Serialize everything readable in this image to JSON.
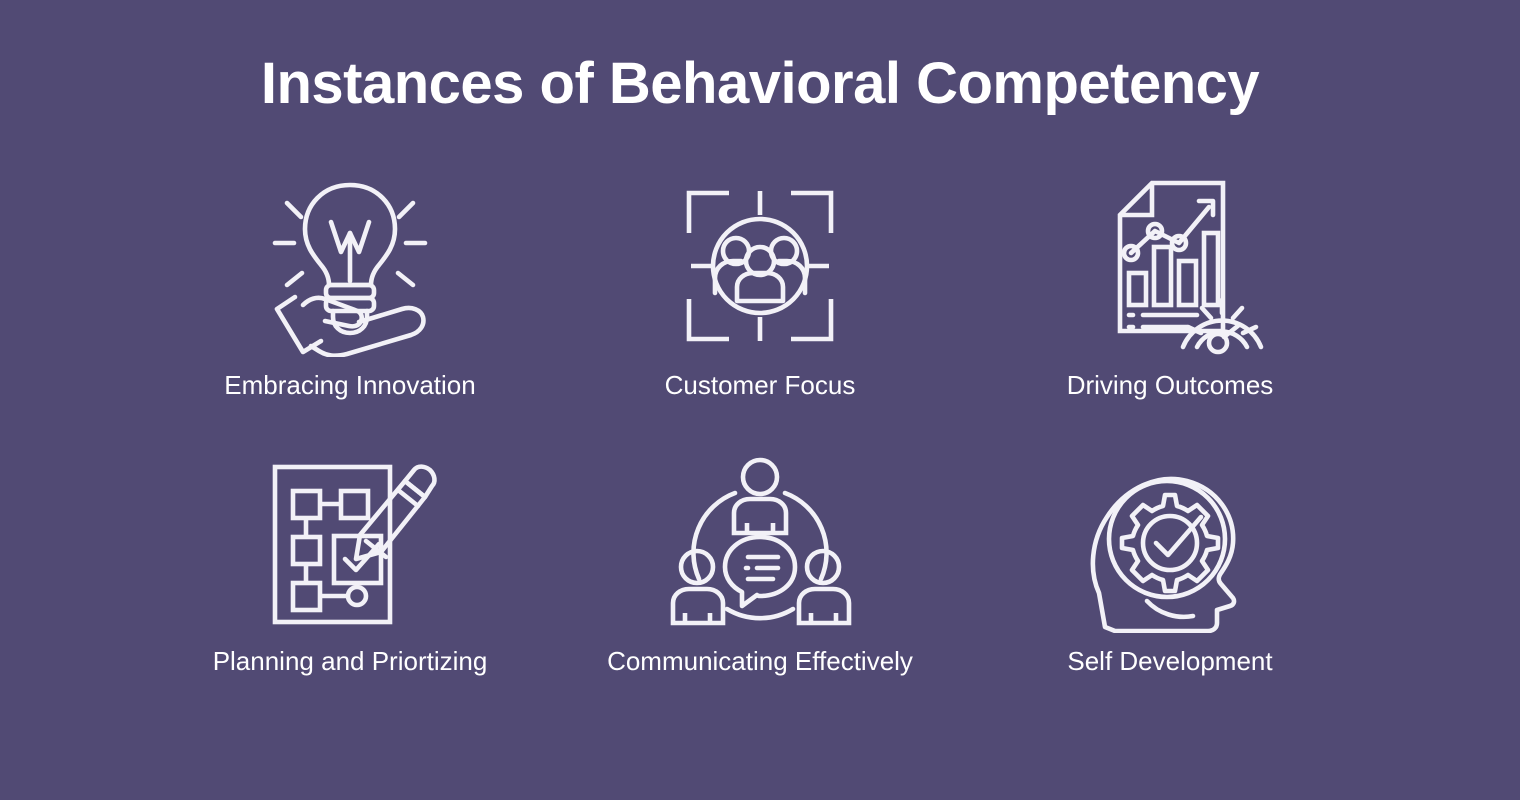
{
  "slide": {
    "title": "Instances of Behavioral Competency",
    "background_color": "#514a74",
    "text_color": "#ffffff",
    "icon_color": "#f2f1f7"
  },
  "items": [
    {
      "label": "Embracing Innovation",
      "icon": "lightbulb-on-hand-icon"
    },
    {
      "label": "Customer Focus",
      "icon": "target-people-group-icon"
    },
    {
      "label": "Driving Outcomes",
      "icon": "report-chart-gauge-icon"
    },
    {
      "label": "Planning and Priortizing",
      "icon": "flowchart-checklist-pencil-icon"
    },
    {
      "label": "Communicating Effectively",
      "icon": "people-speech-bubble-icon"
    },
    {
      "label": "Self Development",
      "icon": "head-gear-check-icon"
    }
  ]
}
